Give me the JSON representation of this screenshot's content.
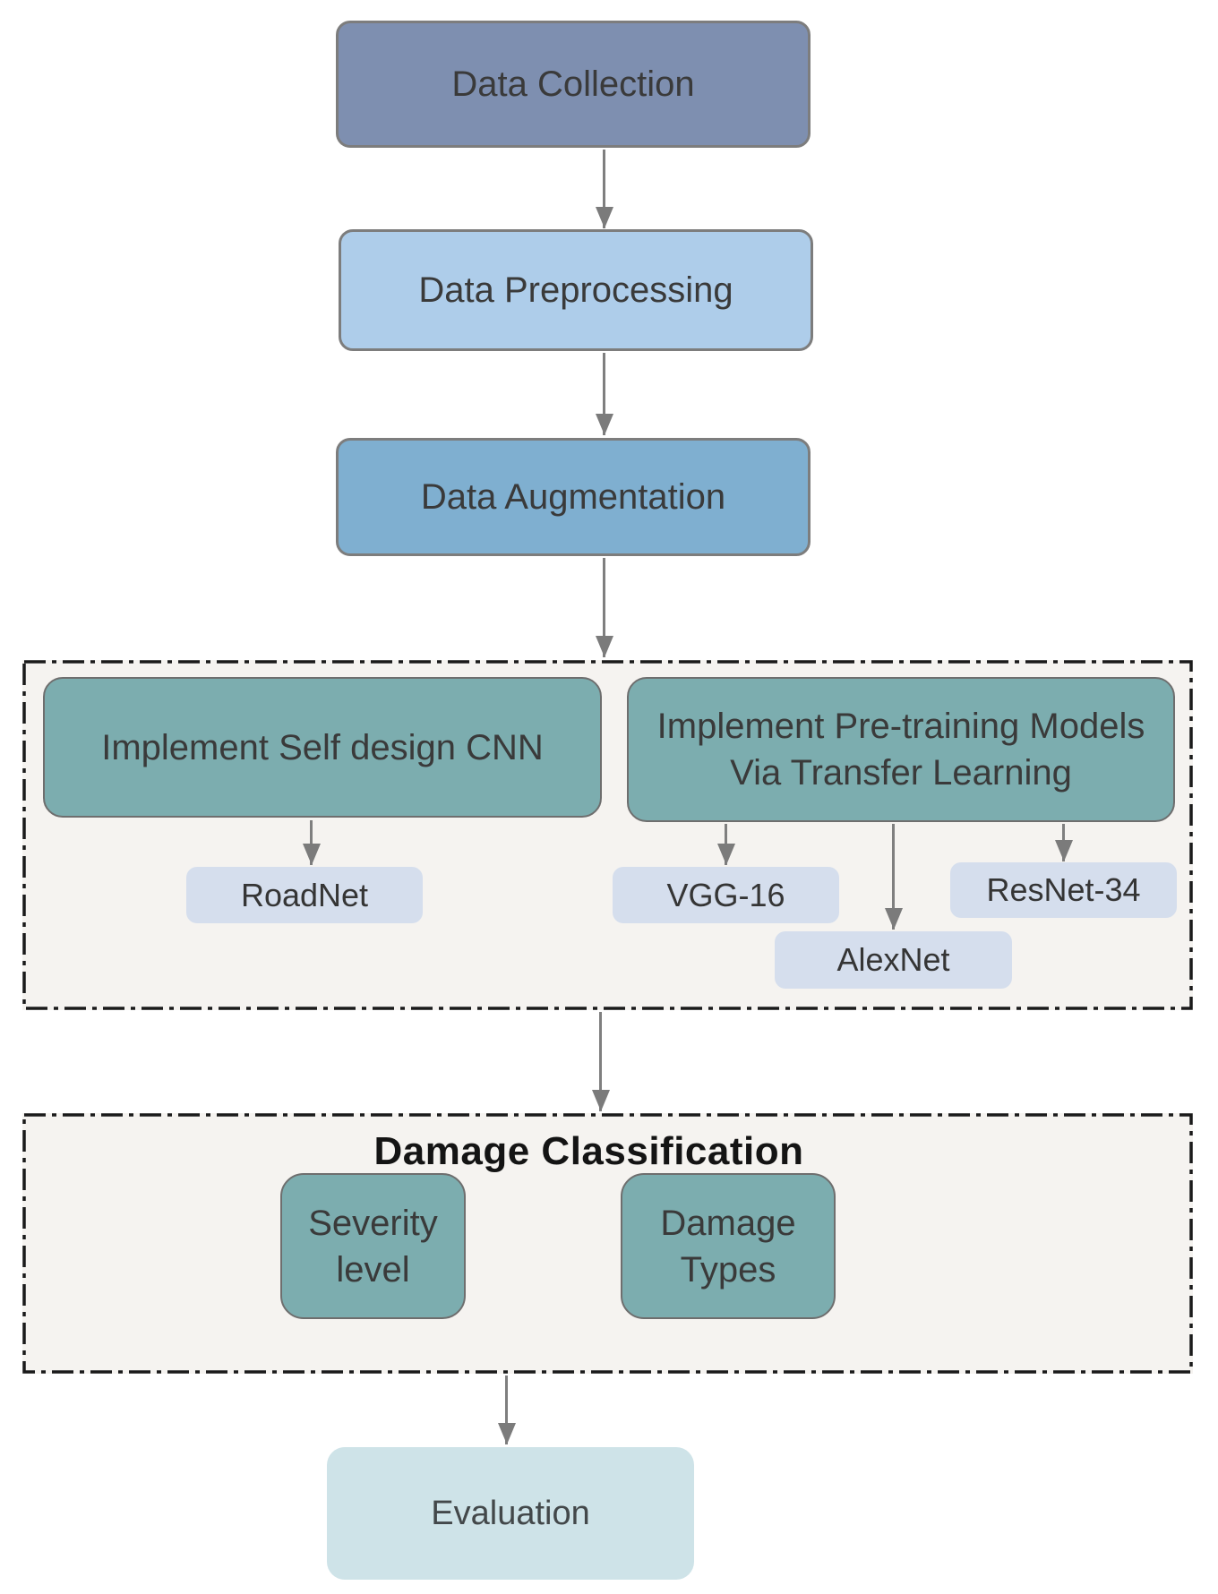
{
  "diagram": {
    "type": "flowchart",
    "title_implied": "CNN-based road damage classification workflow",
    "background": "#ffffff",
    "colors": {
      "arrow": "#7f7f7f",
      "process_border": "#7d7d7d",
      "teal_border": "#6e6e6e",
      "container_border": "#1a1a1a",
      "container_fill": "#f5f3f0",
      "text": "#3a3a3a",
      "title_text": "#141414"
    },
    "nodes": {
      "data_collection": {
        "label": "Data Collection",
        "fill": "#7e8fb0"
      },
      "data_preprocessing": {
        "label": "Data Preprocessing",
        "fill": "#aecdea"
      },
      "data_augmentation": {
        "label": "Data Augmentation",
        "fill": "#7fafd0"
      },
      "implement_self_cnn": {
        "label": "Implement Self design CNN",
        "fill": "#7cadaf"
      },
      "implement_pretraining": {
        "label": "Implement Pre-training Models Via Transfer Learning",
        "fill": "#7cadaf"
      },
      "roadnet": {
        "label": "RoadNet",
        "fill": "#d5deed"
      },
      "vgg16": {
        "label": "VGG-16",
        "fill": "#d5deed"
      },
      "alexnet": {
        "label": "AlexNet",
        "fill": "#d5deed"
      },
      "resnet34": {
        "label": "ResNet-34",
        "fill": "#d5deed"
      },
      "severity_level": {
        "label": "Severity level",
        "fill": "#7cadaf"
      },
      "damage_types": {
        "label": "Damage Types",
        "fill": "#7cadaf"
      },
      "evaluation": {
        "label": "Evaluation",
        "fill": "#cee3e8"
      }
    },
    "containers": {
      "models": {
        "title": "",
        "fill": "#f5f3f0",
        "border_style": "dash-dot",
        "children": [
          "Implement Self design CNN",
          "Implement Pre-training Models Via Transfer Learning",
          "RoadNet",
          "VGG-16",
          "AlexNet",
          "ResNet-34"
        ]
      },
      "damage_classification": {
        "title": "Damage Classification",
        "fill": "#f5f3f0",
        "border_style": "dash-dot",
        "children": [
          "Severity level",
          "Damage Types"
        ]
      }
    },
    "edges": [
      {
        "from": "Data Collection",
        "to": "Data Preprocessing"
      },
      {
        "from": "Data Preprocessing",
        "to": "Data Augmentation"
      },
      {
        "from": "Data Augmentation",
        "to": "models container"
      },
      {
        "from": "Implement Self design CNN",
        "to": "RoadNet"
      },
      {
        "from": "Implement Pre-training Models Via Transfer Learning",
        "to": "VGG-16"
      },
      {
        "from": "Implement Pre-training Models Via Transfer Learning",
        "to": "AlexNet"
      },
      {
        "from": "Implement Pre-training Models Via Transfer Learning",
        "to": "ResNet-34"
      },
      {
        "from": "models container",
        "to": "Damage Classification container"
      },
      {
        "from": "Damage Classification container",
        "to": "Evaluation"
      }
    ]
  }
}
